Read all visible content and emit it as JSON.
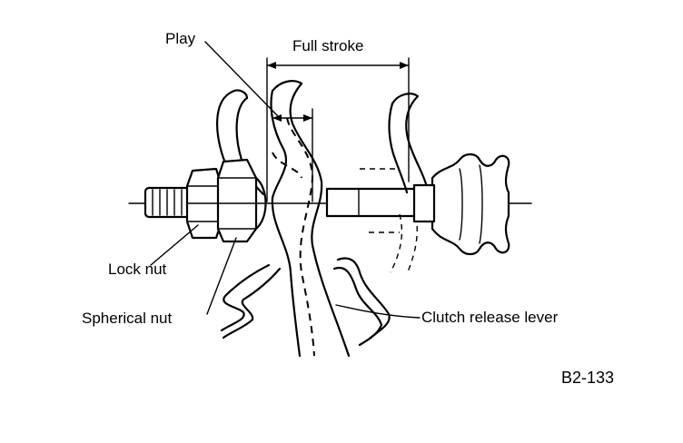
{
  "labels": {
    "play": "Play",
    "full_stroke": "Full stroke",
    "lock_nut": "Lock nut",
    "spherical_nut": "Spherical nut",
    "clutch_release_lever": "Clutch release lever",
    "figure_code": "B2-133"
  }
}
